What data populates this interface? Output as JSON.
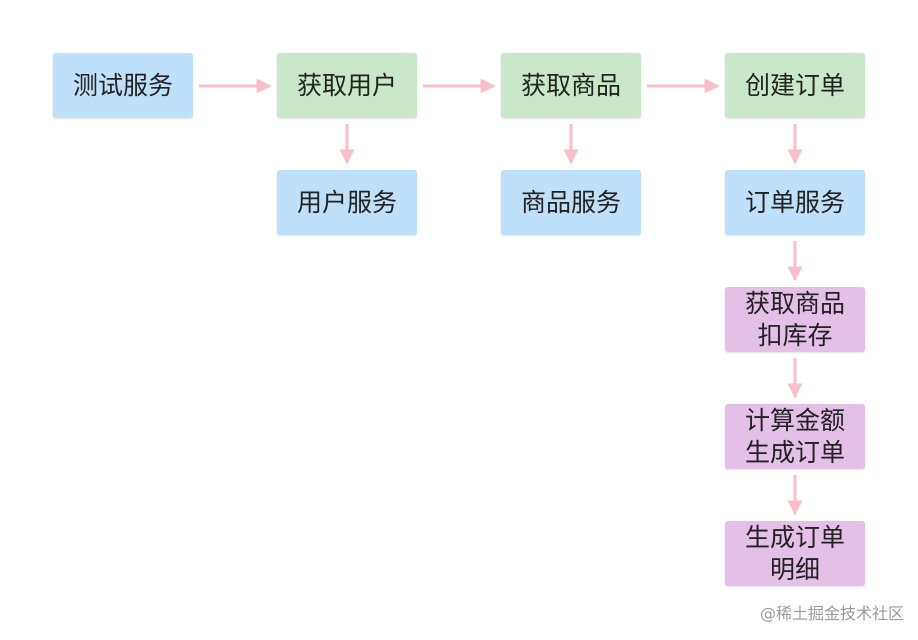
{
  "diagram": {
    "nodes": {
      "test_service": "测试服务",
      "get_user": "获取用户",
      "get_product": "获取商品",
      "create_order": "创建订单",
      "user_service": "用户服务",
      "product_service": "商品服务",
      "order_service": "订单服务",
      "get_product_deduct_stock": "获取商品\n扣库存",
      "calc_amount_create_order": "计算金额\n生成订单",
      "create_order_detail": "生成订单\n明细"
    },
    "colors": {
      "service": "#bfe0fb",
      "step": "#c9e8c7",
      "subtask": "#e4bfe7",
      "arrow": "#f9c0cc"
    }
  },
  "watermark": "@稀土掘金技术社区"
}
